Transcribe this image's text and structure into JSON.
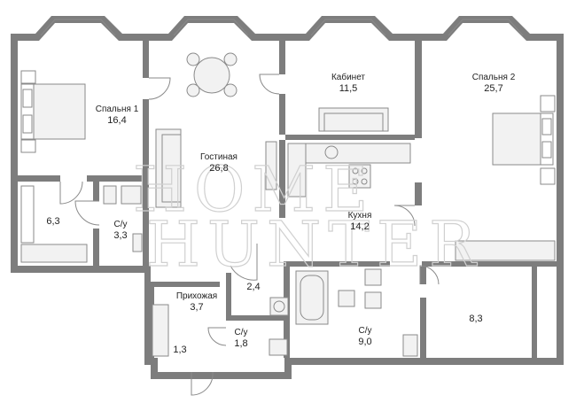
{
  "rooms": {
    "bedroom1": {
      "name": "Спальня 1",
      "area": "16,4"
    },
    "living": {
      "name": "Гостиная",
      "area": "26,8"
    },
    "study": {
      "name": "Кабинет",
      "area": "11,5"
    },
    "bedroom2": {
      "name": "Спальня 2",
      "area": "25,7"
    },
    "storage1": {
      "area": "6,3"
    },
    "bath1": {
      "name": "С/у",
      "area": "3,3"
    },
    "kitchen": {
      "name": "Кухня",
      "area": "14,2"
    },
    "hall": {
      "name": "Прихожая",
      "area": "3,7"
    },
    "closet": {
      "area": "1,3"
    },
    "pantry": {
      "area": "2,4"
    },
    "wc2": {
      "name": "С/у",
      "area": "1,8"
    },
    "bath3": {
      "name": "С/у",
      "area": "9,0"
    },
    "utility": {
      "area": "8,3"
    }
  },
  "colors": {
    "wall": "#7d7d7d",
    "furniture": "#8a8a8a"
  }
}
